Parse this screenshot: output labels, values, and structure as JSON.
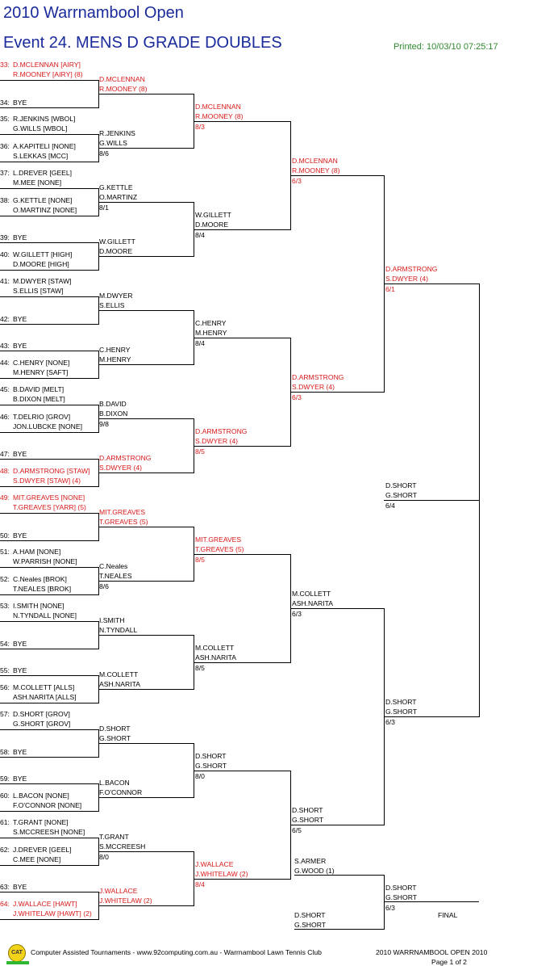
{
  "header": {
    "title": "2010 Warrnambool Open",
    "event": "Event 24. MENS D GRADE DOUBLES",
    "printed": "Printed: 10/03/10 07:25:17"
  },
  "colors": {
    "title": "#1a2b9c",
    "winner_red": "#d81818",
    "printed_green": "#2e8a2e"
  },
  "draw": [
    {
      "num": "33",
      "p1": "D.MCLENNAN [AIRY]",
      "p2": "R.MOONEY [AIRY] (8)",
      "red": true
    },
    {
      "num": "34",
      "p1": "BYE",
      "p2": ""
    },
    {
      "num": "35",
      "p1": "R.JENKINS [WBOL]",
      "p2": "G.WILLS [WBOL]"
    },
    {
      "num": "36",
      "p1": "A.KAPITELI [NONE]",
      "p2": "S.LEKKAS [MCC]"
    },
    {
      "num": "37",
      "p1": "L.DREVER [GEEL]",
      "p2": "M.MEE [NONE]"
    },
    {
      "num": "38",
      "p1": "G.KETTLE [NONE]",
      "p2": "O.MARTINZ [NONE]"
    },
    {
      "num": "39",
      "p1": "BYE",
      "p2": ""
    },
    {
      "num": "40",
      "p1": "W.GILLETT [HIGH]",
      "p2": "D.MOORE [HIGH]"
    },
    {
      "num": "41",
      "p1": "M.DWYER [STAW]",
      "p2": "S.ELLIS [STAW]"
    },
    {
      "num": "42",
      "p1": "BYE",
      "p2": ""
    },
    {
      "num": "43",
      "p1": "BYE",
      "p2": ""
    },
    {
      "num": "44",
      "p1": "C.HENRY [NONE]",
      "p2": "M.HENRY [SAFT]"
    },
    {
      "num": "45",
      "p1": "B.DAVID [MELT]",
      "p2": "B.DIXON [MELT]"
    },
    {
      "num": "46",
      "p1": "T.DELRIO [GROV]",
      "p2": "JON.LUBCKE [NONE]"
    },
    {
      "num": "47",
      "p1": "BYE",
      "p2": ""
    },
    {
      "num": "48",
      "p1": "D.ARMSTRONG [STAW]",
      "p2": "S.DWYER [STAW] (4)",
      "red": true
    },
    {
      "num": "49",
      "p1": "MIT.GREAVES [NONE]",
      "p2": "T.GREAVES [YARR] (5)",
      "red": true
    },
    {
      "num": "50",
      "p1": "BYE",
      "p2": ""
    },
    {
      "num": "51",
      "p1": "A.HAM [NONE]",
      "p2": "W.PARRISH [NONE]"
    },
    {
      "num": "52",
      "p1": "C.Neales [BROK]",
      "p2": "T.NEALES [BROK]"
    },
    {
      "num": "53",
      "p1": "I.SMITH [NONE]",
      "p2": "N.TYNDALL [NONE]"
    },
    {
      "num": "54",
      "p1": "BYE",
      "p2": ""
    },
    {
      "num": "55",
      "p1": "BYE",
      "p2": ""
    },
    {
      "num": "56",
      "p1": "M.COLLETT [ALLS]",
      "p2": "ASH.NARITA [ALLS]"
    },
    {
      "num": "57",
      "p1": "D.SHORT [GROV]",
      "p2": "G.SHORT [GROV]"
    },
    {
      "num": "58",
      "p1": "BYE",
      "p2": ""
    },
    {
      "num": "59",
      "p1": "BYE",
      "p2": ""
    },
    {
      "num": "60",
      "p1": "L.BACON [NONE]",
      "p2": "F.O'CONNOR [NONE]"
    },
    {
      "num": "61",
      "p1": "T.GRANT [NONE]",
      "p2": "S.MCCREESH [NONE]"
    },
    {
      "num": "62",
      "p1": "J.DREVER [GEEL]",
      "p2": "C.MEE [NONE]"
    },
    {
      "num": "63",
      "p1": "BYE",
      "p2": ""
    },
    {
      "num": "64",
      "p1": "J.WALLACE [HAWT]",
      "p2": "J.WHITELAW [HAWT] (2)",
      "red": true
    }
  ],
  "round2": [
    {
      "p1": "D.MCLENNAN",
      "p2": "R.MOONEY (8)",
      "score": "",
      "red": true
    },
    {
      "p1": "R.JENKINS",
      "p2": "G.WILLS",
      "score": "8/6"
    },
    {
      "p1": "G.KETTLE",
      "p2": "O.MARTINZ",
      "score": "8/1"
    },
    {
      "p1": "W.GILLETT",
      "p2": "D.MOORE",
      "score": ""
    },
    {
      "p1": "M.DWYER",
      "p2": "S.ELLIS",
      "score": ""
    },
    {
      "p1": "C.HENRY",
      "p2": "M.HENRY",
      "score": ""
    },
    {
      "p1": "B.DAVID",
      "p2": "B.DIXON",
      "score": "9/8"
    },
    {
      "p1": "D.ARMSTRONG",
      "p2": "S.DWYER (4)",
      "score": "",
      "red": true
    },
    {
      "p1": "MIT.GREAVES",
      "p2": "T.GREAVES (5)",
      "score": "",
      "red": true
    },
    {
      "p1": "C.Neales",
      "p2": "T.NEALES",
      "score": "8/6"
    },
    {
      "p1": "I.SMITH",
      "p2": "N.TYNDALL",
      "score": ""
    },
    {
      "p1": "M.COLLETT",
      "p2": "ASH.NARITA",
      "score": ""
    },
    {
      "p1": "D.SHORT",
      "p2": "G.SHORT",
      "score": ""
    },
    {
      "p1": "L.BACON",
      "p2": "F.O'CONNOR",
      "score": ""
    },
    {
      "p1": "T.GRANT",
      "p2": "S.MCCREESH",
      "score": "8/0"
    },
    {
      "p1": "J.WALLACE",
      "p2": "J.WHITELAW (2)",
      "score": "",
      "red": true
    }
  ],
  "round3": [
    {
      "p1": "D.MCLENNAN",
      "p2": "R.MOONEY (8)",
      "score": "8/3",
      "red": true
    },
    {
      "p1": "W.GILLETT",
      "p2": "D.MOORE",
      "score": "8/4"
    },
    {
      "p1": "C.HENRY",
      "p2": "M.HENRY",
      "score": "8/4"
    },
    {
      "p1": "D.ARMSTRONG",
      "p2": "S.DWYER (4)",
      "score": "8/5",
      "red": true
    },
    {
      "p1": "MIT.GREAVES",
      "p2": "T.GREAVES (5)",
      "score": "8/5",
      "red": true
    },
    {
      "p1": "M.COLLETT",
      "p2": "ASH.NARITA",
      "score": "8/5"
    },
    {
      "p1": "D.SHORT",
      "p2": "G.SHORT",
      "score": "8/0"
    },
    {
      "p1": "J.WALLACE",
      "p2": "J.WHITELAW (2)",
      "score": "8/4",
      "red": true
    }
  ],
  "round4": [
    {
      "p1": "D.MCLENNAN",
      "p2": "R.MOONEY (8)",
      "score": "6/3",
      "red": true
    },
    {
      "p1": "D.ARMSTRONG",
      "p2": "S.DWYER (4)",
      "score": "6/3",
      "red": true
    },
    {
      "p1": "M.COLLETT",
      "p2": "ASH.NARITA",
      "score": "6/3"
    },
    {
      "p1": "D.SHORT",
      "p2": "G.SHORT",
      "score": "6/5"
    }
  ],
  "round5": [
    {
      "p1": "D.ARMSTRONG",
      "p2": "S.DWYER (4)",
      "score": "6/1",
      "red": true
    },
    {
      "p1": "D.SHORT",
      "p2": "G.SHORT",
      "score": "6/3"
    }
  ],
  "semi": {
    "p1": "D.SHORT",
    "p2": "G.SHORT",
    "score": "6/4"
  },
  "final": {
    "top": {
      "p1": "S.ARMER",
      "p2": "G.WOOD (1)"
    },
    "winner": {
      "p1": "D.SHORT",
      "p2": "G.SHORT",
      "score": "6/3"
    },
    "bottom": {
      "p1": "D.SHORT",
      "p2": "G.SHORT"
    },
    "label": "FINAL"
  },
  "footer": {
    "logo": "CAT",
    "left": "Computer Assisted Tournaments - www.92computing.com.au  -  Warrnambool Lawn Tennis Club",
    "right": "2010 WARRNAMBOOL OPEN 2010",
    "page": "Page 1 of 2"
  }
}
